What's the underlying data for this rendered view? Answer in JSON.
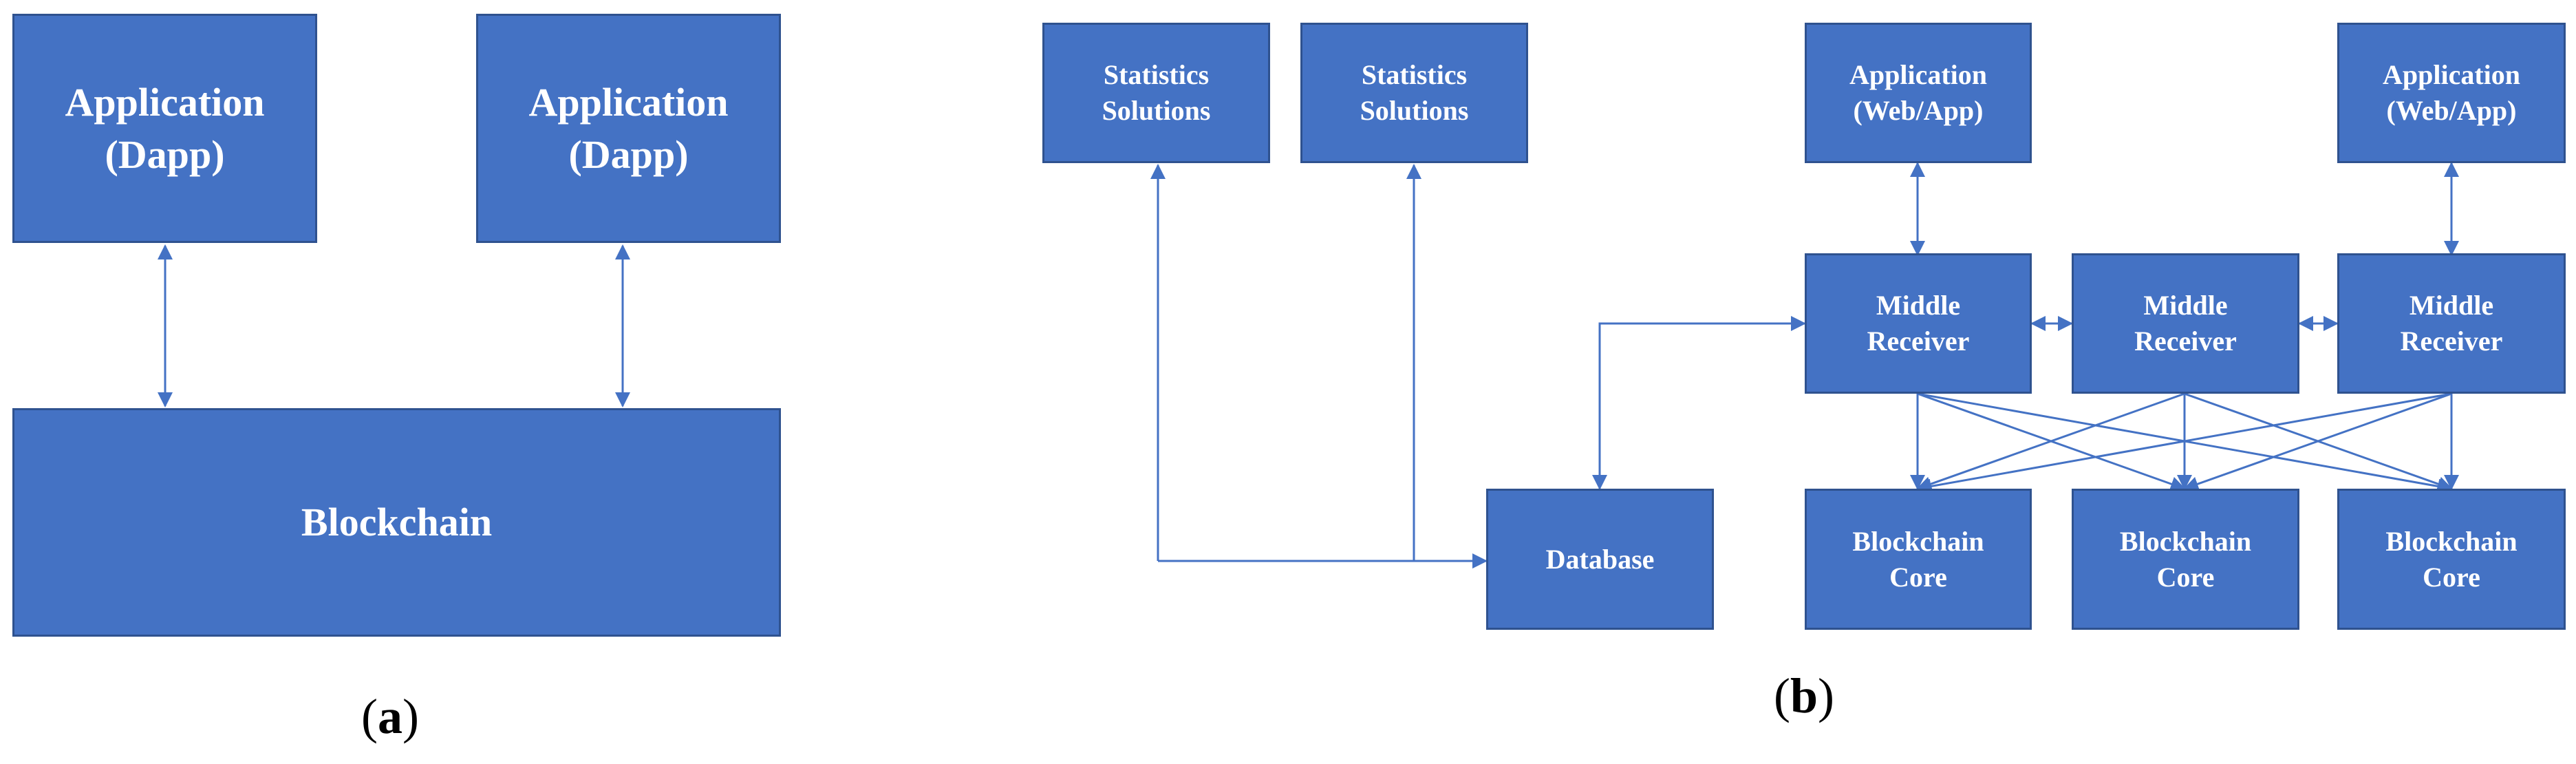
{
  "panel_a": {
    "app_left": {
      "line1": "Application",
      "line2": "(Dapp)"
    },
    "app_right": {
      "line1": "Application",
      "line2": "(Dapp)"
    },
    "blockchain": "Blockchain",
    "caption": {
      "open": "(",
      "letter": "a",
      "close": ")"
    }
  },
  "panel_b": {
    "stats_1": {
      "line1": "Statistics",
      "line2": "Solutions"
    },
    "stats_2": {
      "line1": "Statistics",
      "line2": "Solutions"
    },
    "app_web_1": {
      "line1": "Application",
      "line2": "(Web/App)"
    },
    "app_web_2": {
      "line1": "Application",
      "line2": "(Web/App)"
    },
    "middle_1": {
      "line1": "Middle",
      "line2": "Receiver"
    },
    "middle_2": {
      "line1": "Middle",
      "line2": "Receiver"
    },
    "middle_3": {
      "line1": "Middle",
      "line2": "Receiver"
    },
    "database": "Database",
    "core_1": {
      "line1": "Blockchain",
      "line2": "Core"
    },
    "core_2": {
      "line1": "Blockchain",
      "line2": "Core"
    },
    "core_3": {
      "line1": "Blockchain",
      "line2": "Core"
    },
    "caption": {
      "open": "(",
      "letter": "b",
      "close": ")"
    }
  },
  "colors": {
    "box_fill": "#4472c4",
    "box_border": "#2f528f",
    "connector": "#4472c4",
    "text": "#ffffff"
  }
}
